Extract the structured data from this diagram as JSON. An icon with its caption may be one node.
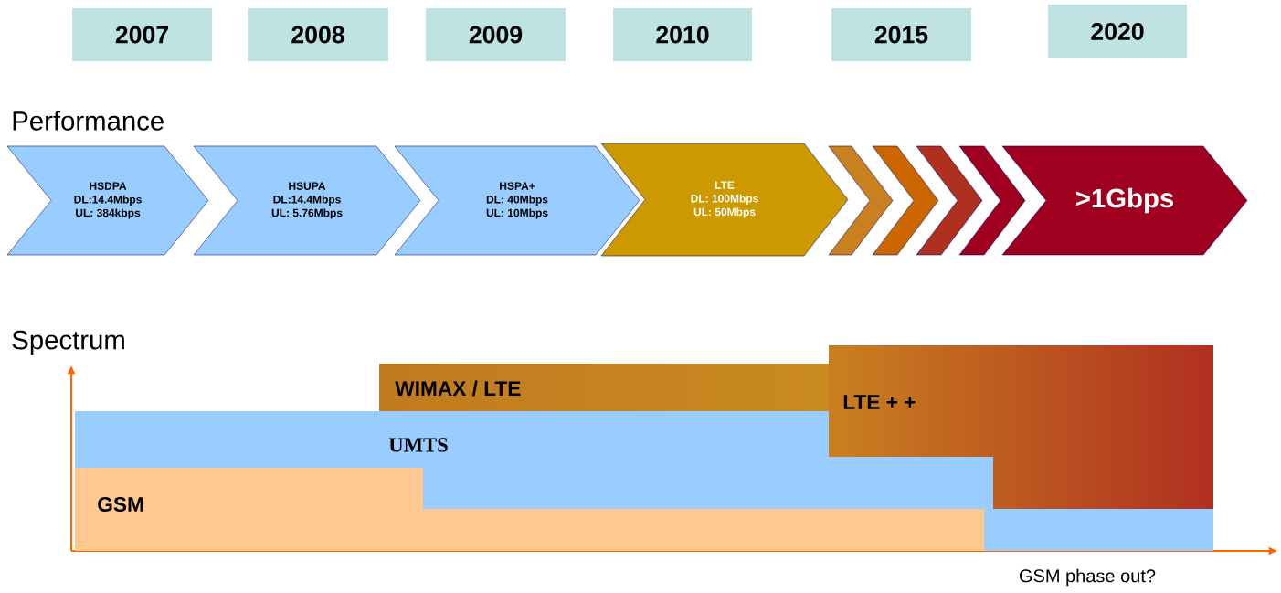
{
  "diagram": {
    "nodes": [
      {
        "text": [
          "2007"
        ]
      },
      {
        "text": [
          "2008"
        ]
      },
      {
        "text": [
          "2009"
        ]
      },
      {
        "text": [
          "2010"
        ]
      },
      {
        "text": [
          "2015"
        ]
      },
      {
        "text": [
          "2020"
        ]
      },
      {
        "text": [
          "HSDPA",
          "DL:14.4Mbps",
          "UL: 384kbps"
        ]
      },
      {
        "text": [
          "HSUPA",
          "DL:14.4Mbps",
          "UL: 5.76Mbps"
        ]
      },
      {
        "text": [
          "HSPA+",
          "DL: 40Mbps",
          "UL: 10Mbps"
        ]
      },
      {
        "text": [
          "LTE",
          "DL: 100Mbps",
          "UL: 50Mbps"
        ]
      },
      {
        "text": [],
        "shape": "chevron"
      },
      {
        "text": [],
        "shape": "chevron"
      },
      {
        "text": [],
        "shape": "chevron"
      },
      {
        "text": [],
        "shape": "chevron"
      },
      {
        "text": [
          ">1Gbps"
        ]
      },
      {
        "text": [
          "WIMAX / LTE"
        ]
      },
      {
        "text": [
          "LTE + +"
        ]
      },
      {
        "text": [
          "UMTS"
        ]
      },
      {
        "text": [
          "GSM"
        ]
      }
    ],
    "labels": [
      "Performance",
      "Spectrum",
      "GSM phase out?"
    ]
  }
}
